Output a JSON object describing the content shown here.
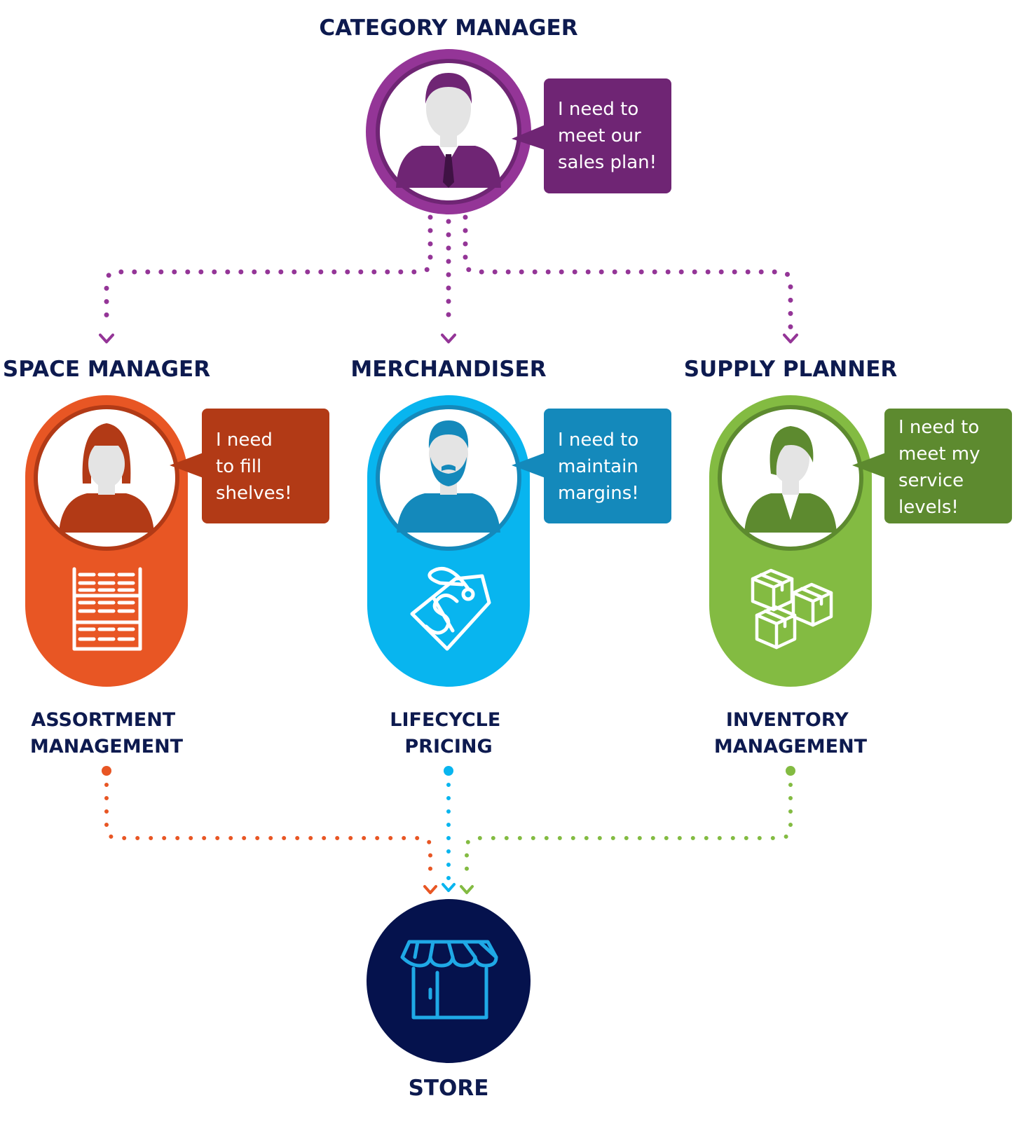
{
  "colors": {
    "navy": "#0d1a4f",
    "purple": "#943597",
    "purple_dark": "#6f2574",
    "orange": "#e85624",
    "orange_dark": "#b23a16",
    "blue": "#08b5ef",
    "blue_dark": "#1489bb",
    "green": "#83bb42",
    "green_dark": "#5d8a2f",
    "store": "#05124d",
    "store_icon": "#1fa9e6",
    "white": "#ffffff",
    "skin": "#e4e4e4"
  },
  "category_manager": {
    "title": "CATEGORY MANAGER",
    "bubble": [
      "I need to",
      "meet our",
      "sales plan!"
    ],
    "avatar_icon": "man-with-tie-icon"
  },
  "roles": [
    {
      "key": "space",
      "title": "SPACE MANAGER",
      "bubble": [
        "I need",
        "to fill",
        "shelves!"
      ],
      "function_label": [
        "ASSORTMENT",
        "MANAGEMENT"
      ],
      "avatar_icon": "woman-bob-hair-icon",
      "tool_icon": "shelves-icon"
    },
    {
      "key": "merch",
      "title": "MERCHANDISER",
      "bubble": [
        "I need to",
        "maintain",
        "margins!"
      ],
      "function_label": [
        "LIFECYCLE",
        "PRICING"
      ],
      "avatar_icon": "bearded-man-icon",
      "tool_icon": "price-tag-icon"
    },
    {
      "key": "supply",
      "title": "SUPPLY PLANNER",
      "bubble": [
        "I need to",
        "meet my",
        "service",
        "levels!"
      ],
      "function_label": [
        "INVENTORY",
        "MANAGEMENT"
      ],
      "avatar_icon": "woman-icon",
      "tool_icon": "boxes-icon"
    }
  ],
  "store": {
    "label": "STORE",
    "icon": "storefront-icon"
  }
}
